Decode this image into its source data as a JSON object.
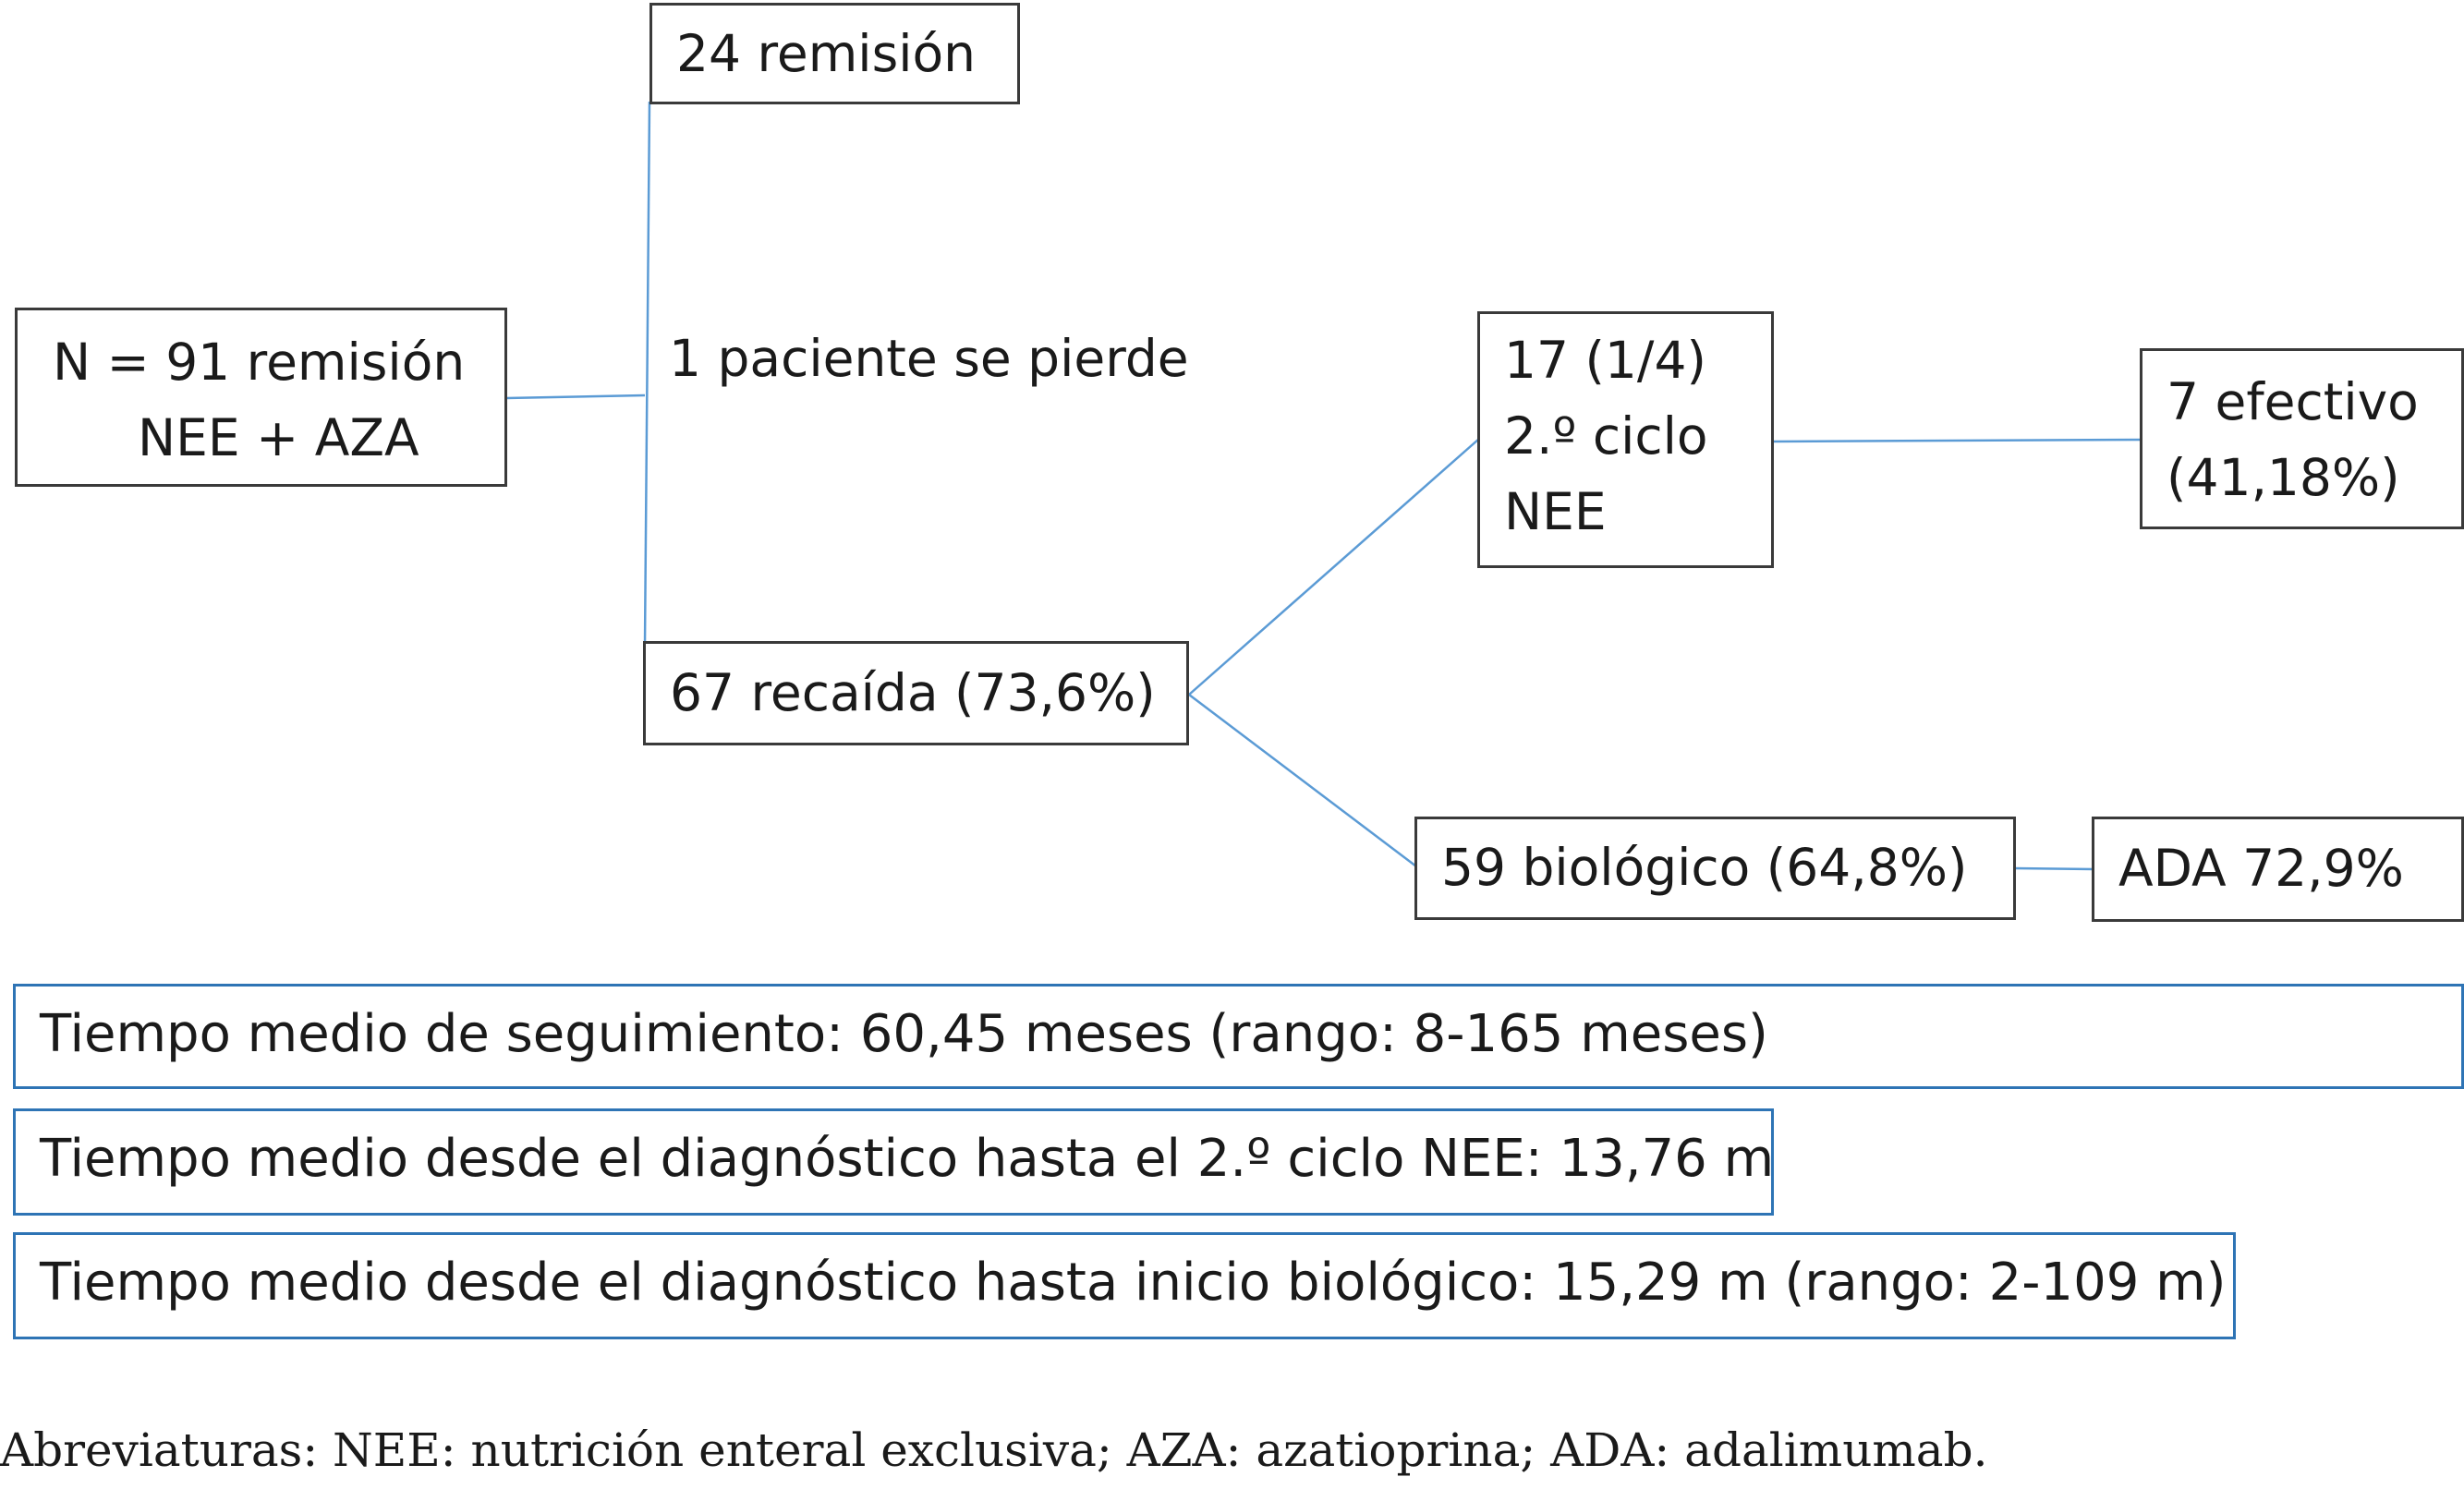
{
  "nodes": {
    "start": {
      "lines": [
        "N = 91 remisión",
        "NEE + AZA"
      ]
    },
    "remission": {
      "text": "24 remisión"
    },
    "lost": {
      "lines": [
        "1 paciente",
        "se pierde"
      ]
    },
    "relapse": {
      "text": "67 recaída (73,6%)"
    },
    "second_cycle": {
      "lines": [
        "17 (1/4)",
        "2.º ciclo",
        "NEE"
      ]
    },
    "effective": {
      "lines": [
        "7 efectivo",
        "(41,18%)"
      ]
    },
    "biologic": {
      "text": "59 biológico (64,8%)"
    },
    "ada": {
      "text": "ADA 72,9%"
    }
  },
  "info_boxes": [
    {
      "text": "Tiempo medio de seguimiento: 60,45 meses (rango: 8-165 meses)"
    },
    {
      "text": "Tiempo medio desde el diagnóstico hasta el 2.º ciclo NEE: 13,76 m"
    },
    {
      "text": "Tiempo medio desde el diagnóstico hasta inicio biológico: 15,29 m (rango: 2-109 m)"
    }
  ],
  "footnote": "Abreviaturas: NEE:  nutrición enteral exclusiva; AZA: azatioprina; ADA:  adalimumab.",
  "colors": {
    "connector": "#5b9bd5",
    "node_border": "#3a3a3a",
    "info_border": "#2e74b5"
  }
}
